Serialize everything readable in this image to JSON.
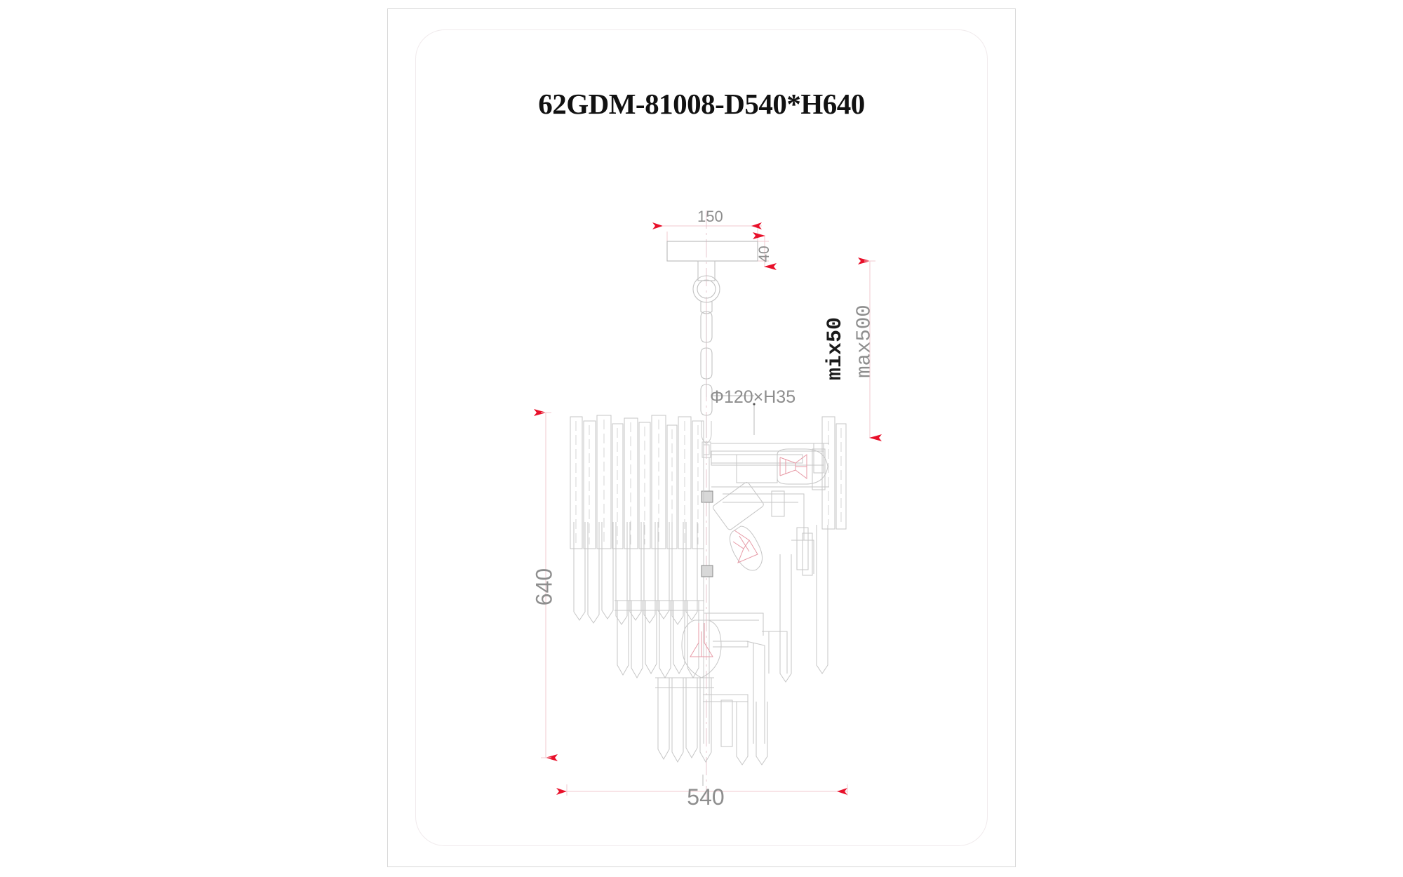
{
  "document": {
    "title": "62GDM-81008-D540*H640",
    "type": "technical-drawing",
    "product": "chandelier",
    "background_color": "#ffffff",
    "frame_color": "#d8d8d8",
    "inner_frame_color": "#f0eaec"
  },
  "dimensions": {
    "canopy_width": "150",
    "canopy_height": "40",
    "chain_spec": "Φ120×H35",
    "drop_min": "mix50",
    "drop_max": "max500",
    "fixture_height": "640",
    "fixture_diameter": "540"
  },
  "annotations": [
    {
      "name": "canopy-width",
      "text": "150",
      "style": "gray"
    },
    {
      "name": "canopy-height",
      "text": "40",
      "style": "gray"
    },
    {
      "name": "chain-spec",
      "text": "Φ120×H35",
      "style": "gray"
    },
    {
      "name": "drop-min",
      "text": "mix50",
      "style": "dark"
    },
    {
      "name": "drop-max",
      "text": "max500",
      "style": "gray"
    },
    {
      "name": "fixture-height",
      "text": "640",
      "style": "gray"
    },
    {
      "name": "fixture-diameter",
      "text": "540",
      "style": "gray"
    }
  ],
  "colors": {
    "dimension_arrow": "#e8102a",
    "dimension_line": "#f2c9cf",
    "outline": "#b9b9b9",
    "centerline": "#e7c7cf",
    "filament": "#e79aa6",
    "text_gray": "#8e8e8e",
    "text_dark": "#1a1a1a"
  }
}
